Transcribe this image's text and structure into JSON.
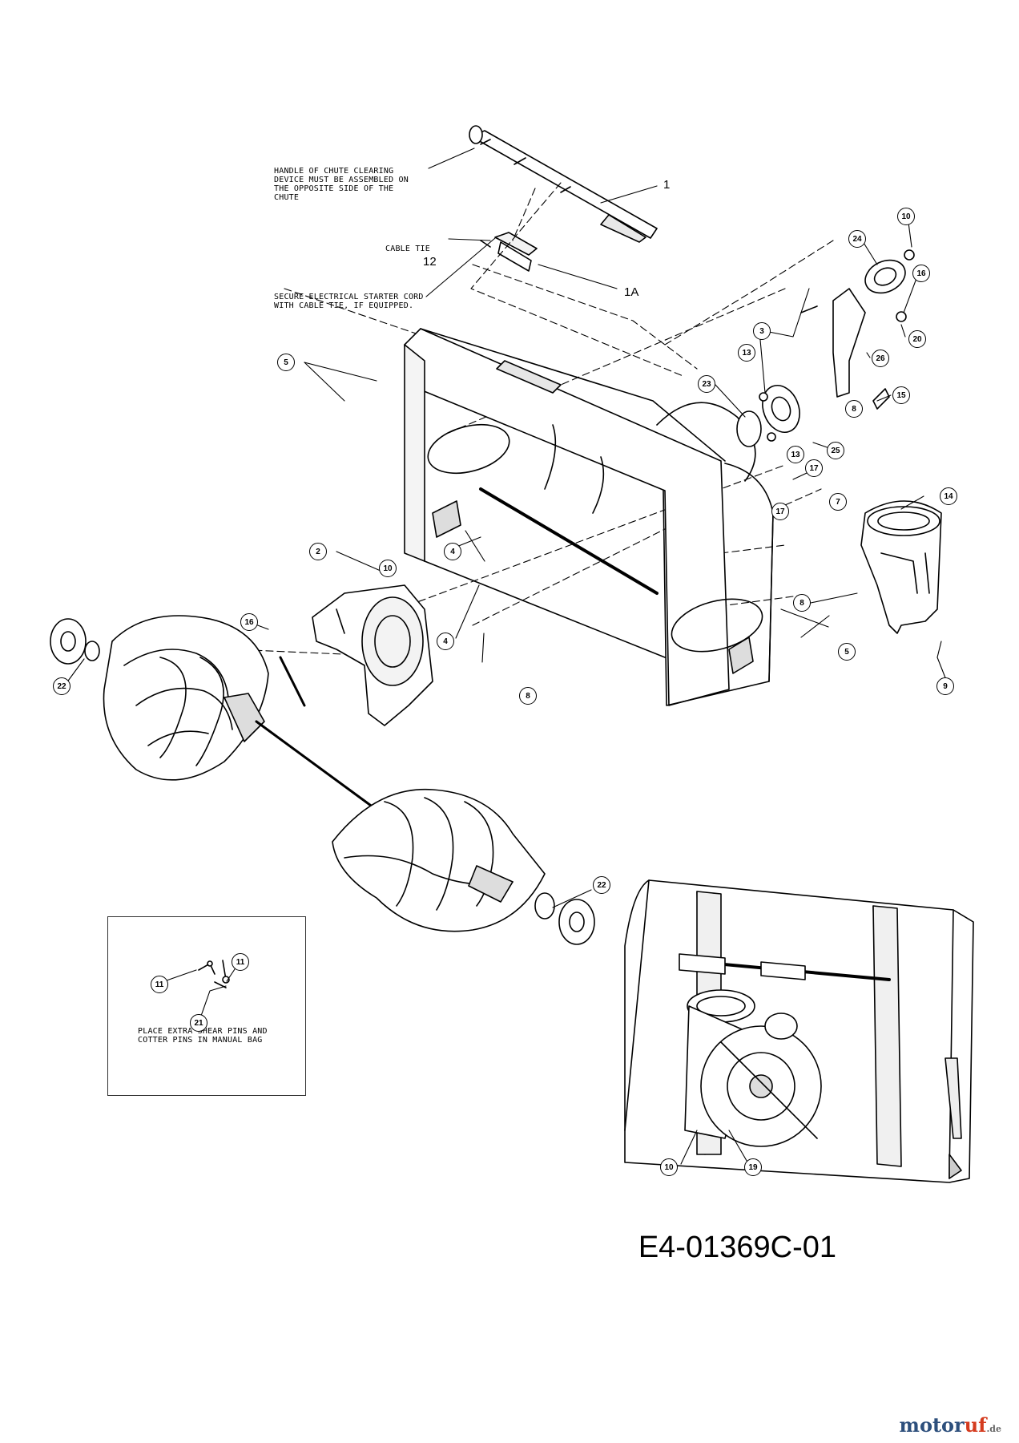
{
  "notes": {
    "handle": "HANDLE OF CHUTE CLEARING DEVICE MUST BE ASSEMBLED ON THE OPPOSITE SIDE OF THE CHUTE",
    "cable_tie": "CABLE TIE",
    "starter_cord": "SECURE ELECTRICAL STARTER CORD WITH CABLE TIE, IF EQUIPPED.",
    "shear_pins": "PLACE EXTRA SHEAR PINS AND COTTER PINS IN MANUAL BAG"
  },
  "plain_labels": {
    "p1": "1",
    "p12": "12",
    "p1a": "1A"
  },
  "callouts": {
    "c10a": "10",
    "c24": "24",
    "c16a": "16",
    "c3": "3",
    "c20": "20",
    "c26": "26",
    "c13a": "13",
    "c23": "23",
    "c15": "15",
    "c8a": "8",
    "c25": "25",
    "c13b": "13",
    "c17a": "17",
    "c7": "7",
    "c17b": "17",
    "c5a": "5",
    "c14": "14",
    "c4a": "4",
    "c2": "2",
    "c10b": "10",
    "c8b": "8",
    "c16b": "16",
    "c4b": "4",
    "c5b": "5",
    "c22a": "22",
    "c9": "9",
    "c8c": "8",
    "c22b": "22",
    "c11a": "11",
    "c11b": "11",
    "c21": "21",
    "c10c": "10",
    "c19": "19"
  },
  "drawing_code": "E4-01369C-01",
  "watermark": {
    "brand_main": "motor",
    "brand_accent": "uf",
    "tld": ".de"
  }
}
